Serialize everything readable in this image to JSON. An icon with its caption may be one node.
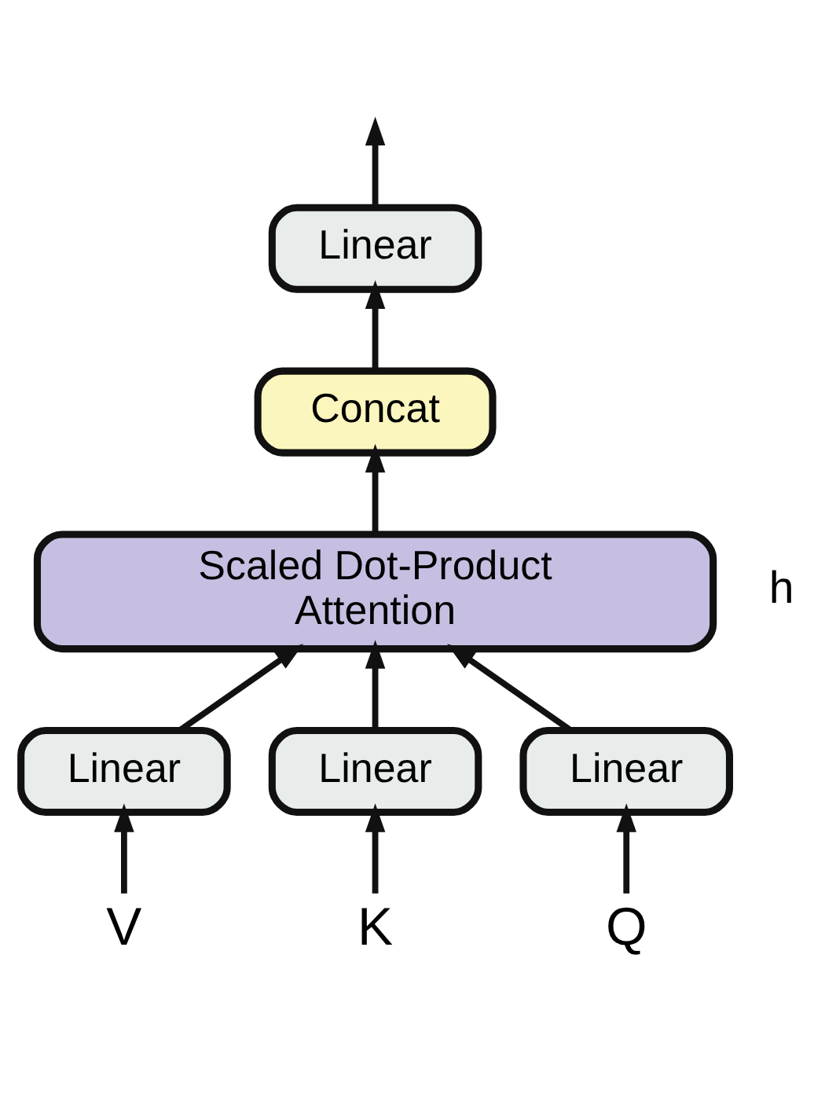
{
  "diagram": {
    "nodes": [
      {
        "text": [
          "Linear"
        ]
      },
      {
        "text": [
          "Concat"
        ]
      },
      {
        "text": [
          "Scaled Dot-Product Attention"
        ]
      },
      {
        "text": [
          "Linear"
        ]
      },
      {
        "text": [
          "Linear"
        ]
      },
      {
        "text": [
          "Linear"
        ]
      },
      {
        "text": [
          "V"
        ]
      },
      {
        "text": [
          "K"
        ]
      },
      {
        "text": [
          "Q"
        ]
      }
    ],
    "edges": [
      {
        "from": 0,
        "to": null,
        "arrow": "to"
      },
      {
        "from": 1,
        "to": 0,
        "arrow": "to"
      },
      {
        "from": 2,
        "to": 1,
        "arrow": "to"
      },
      {
        "from": 3,
        "to": 2,
        "arrow": "to"
      },
      {
        "from": 4,
        "to": 2,
        "arrow": "to"
      },
      {
        "from": 5,
        "to": 2,
        "arrow": "to"
      },
      {
        "from": 6,
        "to": 3,
        "arrow": "to"
      },
      {
        "from": 7,
        "to": 4,
        "arrow": "to"
      },
      {
        "from": 8,
        "to": 5,
        "arrow": "to"
      }
    ],
    "labels": [
      "h"
    ]
  }
}
